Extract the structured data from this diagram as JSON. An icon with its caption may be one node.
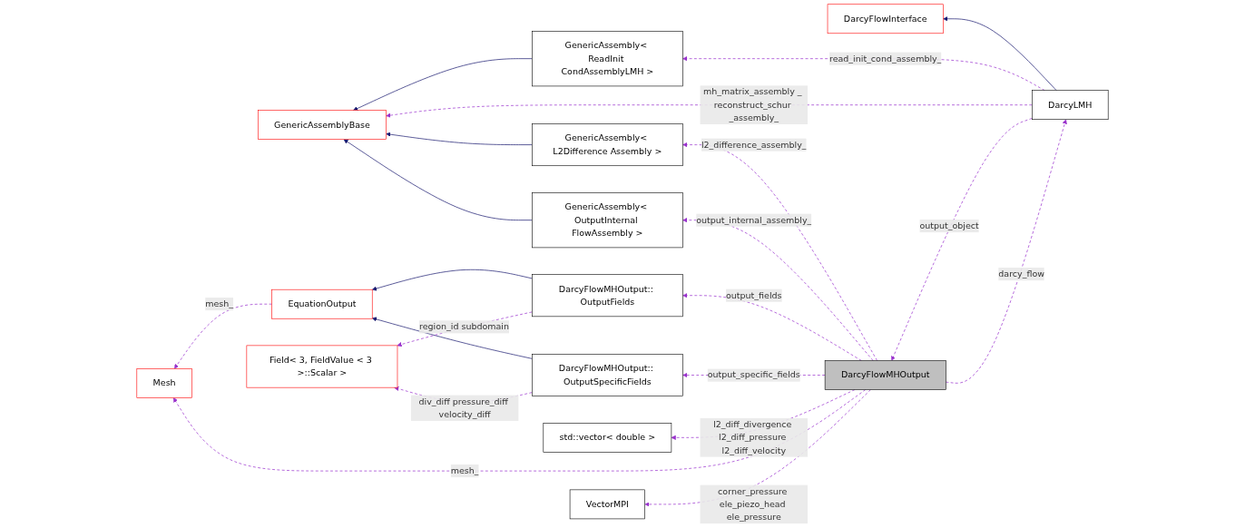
{
  "diagram": {
    "nodes": [
      {
        "text": [
          "GenericAssembly< ReadInit CondAssemblyLMH >"
        ]
      },
      {
        "text": [
          "GenericAssemblyBase"
        ]
      },
      {
        "text": [
          "DarcyFlowInterface"
        ]
      },
      {
        "text": [
          "DarcyLMH"
        ]
      },
      {
        "text": [
          "GenericAssembly< L2Difference Assembly >"
        ]
      },
      {
        "text": [
          "GenericAssembly< OutputInternal FlowAssembly >"
        ]
      },
      {
        "text": [
          "Field< 3, FieldValue < 3 >::Scalar >"
        ]
      },
      {
        "text": [
          "DarcyFlowMHOutput:: OutputFields"
        ]
      },
      {
        "text": [
          "DarcyFlowMHOutput"
        ]
      },
      {
        "text": [
          "DarcyFlowMHOutput:: OutputSpecificFields"
        ]
      },
      {
        "text": [
          "EquationOutput"
        ]
      },
      {
        "text": [
          "Mesh"
        ]
      },
      {
        "text": [
          "std::vector< double >"
        ]
      },
      {
        "text": [
          "VectorMPI"
        ]
      }
    ],
    "edges": [
      {
        "from": 0,
        "to": 1,
        "arrow": "to",
        "color": "#191970"
      },
      {
        "from": 4,
        "to": 1,
        "arrow": "to",
        "color": "#191970"
      },
      {
        "from": 5,
        "to": 1,
        "arrow": "to",
        "color": "#191970"
      },
      {
        "from": 3,
        "to": 2,
        "arrow": "to",
        "color": "#191970"
      },
      {
        "from": 7,
        "to": 10,
        "arrow": "to",
        "color": "#191970"
      },
      {
        "from": 9,
        "to": 10,
        "arrow": "to",
        "color": "#191970"
      },
      {
        "from": 3,
        "to": 0,
        "arrow": "to",
        "style": "dashed",
        "label": "read_init_cond_assembly_"
      },
      {
        "from": 3,
        "to": 1,
        "arrow": "to",
        "style": "dashed",
        "label": "mh_matrix_assembly _ reconstruct_schur _assembly_"
      },
      {
        "from": 8,
        "to": 4,
        "arrow": "to",
        "style": "dashed",
        "label": "l2_difference_assembly_"
      },
      {
        "from": 3,
        "to": 8,
        "arrow": "to",
        "style": "dashed",
        "label": "output_object"
      },
      {
        "from": 8,
        "to": 3,
        "arrow": "to",
        "style": "dashed",
        "label": "darcy_flow"
      },
      {
        "from": 8,
        "to": 5,
        "arrow": "to",
        "style": "dashed",
        "label": "output_internal_assembly_"
      },
      {
        "from": 7,
        "to": 6,
        "arrow": "to",
        "style": "dashed",
        "label": "region_id subdomain"
      },
      {
        "from": 9,
        "to": 6,
        "arrow": "to",
        "style": "dashed",
        "label": "div_diff pressure_diff velocity_diff"
      },
      {
        "from": 8,
        "to": 7,
        "arrow": "to",
        "style": "dashed",
        "label": "output_fields"
      },
      {
        "from": 8,
        "to": 9,
        "arrow": "to",
        "style": "dashed",
        "label": "output_specific_fields"
      },
      {
        "from": 8,
        "to": 12,
        "arrow": "to",
        "style": "dashed",
        "label": "l2_diff_divergence l2_diff_pressure l2_diff_velocity"
      },
      {
        "from": 10,
        "to": 11,
        "arrow": "to",
        "style": "dashed",
        "label": "mesh_"
      },
      {
        "from": 8,
        "to": 11,
        "arrow": "to",
        "style": "dashed",
        "label": "mesh_"
      },
      {
        "from": 8,
        "to": 13,
        "arrow": "to",
        "style": "dashed",
        "label": "corner_pressure ele_piezo_head ele_pressure"
      }
    ]
  }
}
